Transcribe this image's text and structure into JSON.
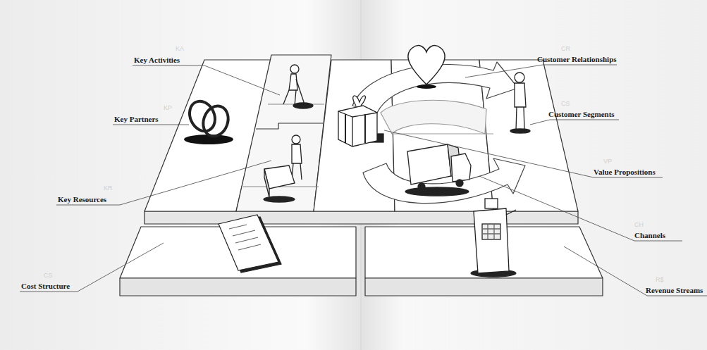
{
  "diagram": {
    "labels": [
      "KA",
      "Key Activities",
      "KP",
      "Key Partners",
      "KR",
      "Key Resources",
      "CS",
      "Cost Structure",
      "CR",
      "Customer Relationships",
      "CS",
      "Customer Segments",
      "VP",
      "Value Propositions",
      "CH",
      "Channels",
      "R$",
      "Revenue Streams"
    ]
  }
}
